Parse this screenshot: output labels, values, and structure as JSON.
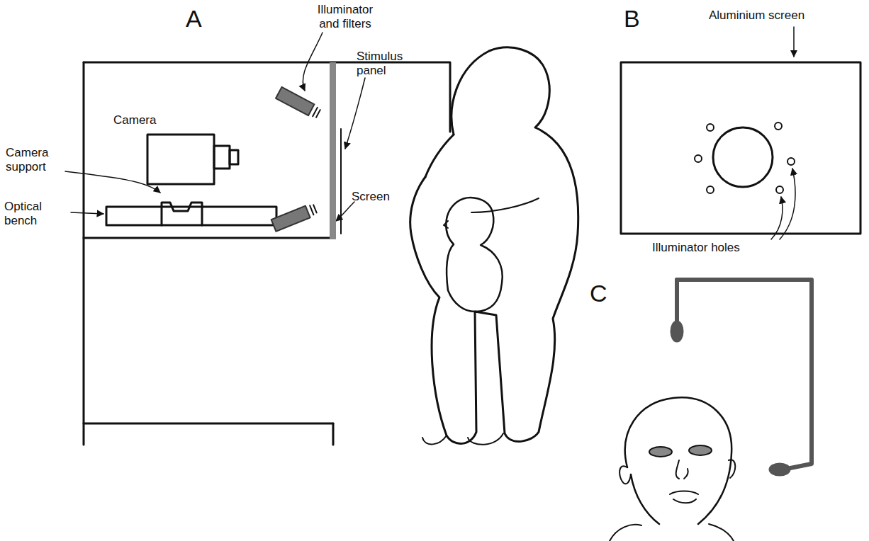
{
  "diagram": {
    "labels": [
      "A",
      "Illuminator and filters",
      "Camera",
      "Camera support",
      "Optical bench",
      "Stimulus panel",
      "Screen",
      "B",
      "Aluminium screen",
      "Illuminator holes",
      "C"
    ]
  }
}
